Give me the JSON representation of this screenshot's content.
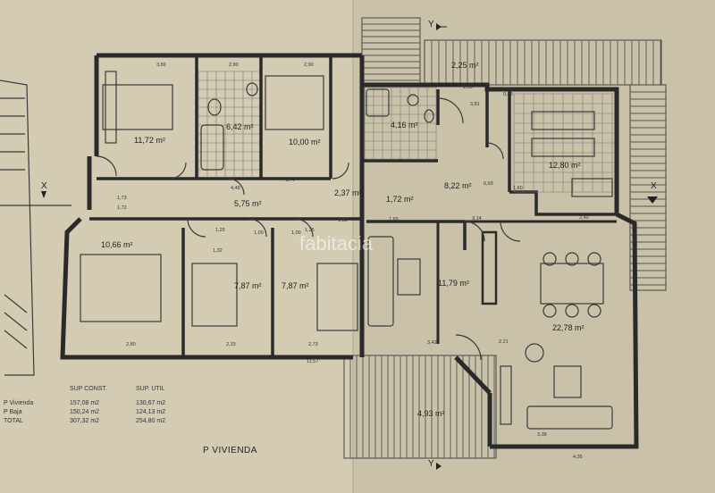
{
  "rooms": [
    {
      "id": "bed1",
      "label": "11,72 m²"
    },
    {
      "id": "bath1",
      "label": "6,42 m²"
    },
    {
      "id": "bed2",
      "label": "10,00 m²"
    },
    {
      "id": "bath2",
      "label": "4,16 m²"
    },
    {
      "id": "hall1",
      "label": "5,75 m²"
    },
    {
      "id": "hall2",
      "label": "2,37 m²"
    },
    {
      "id": "stair",
      "label": "1,72 m²"
    },
    {
      "id": "hall3",
      "label": "8,22 m²"
    },
    {
      "id": "kitchen",
      "label": "12,80 m²"
    },
    {
      "id": "terrace_top",
      "label": "2,25 m²"
    },
    {
      "id": "bed3",
      "label": "10,66 m²"
    },
    {
      "id": "bed4",
      "label": "7,87 m²"
    },
    {
      "id": "bed5",
      "label": "7,87 m²"
    },
    {
      "id": "living1",
      "label": "11,79 m²"
    },
    {
      "id": "living2",
      "label": "22,78 m²"
    },
    {
      "id": "porch",
      "label": "4,93 m²"
    }
  ],
  "dimensions": [
    "3,80",
    "2,90",
    "2,80",
    "1,55",
    "3,81",
    "1,85",
    "1,60",
    "0,43",
    "2,40",
    "1,25",
    "1,32",
    "1,00",
    "1,00",
    "1,25",
    "1,30",
    "1,72",
    "1,73",
    "2,80",
    "2,33",
    "2,73",
    "3,42",
    "11,57",
    "4,35",
    "3,38",
    "0,93",
    "1,74",
    "4,48",
    "1,65",
    "3,14",
    "2,21"
  ],
  "section_marks": {
    "y_top": "Y",
    "y_bottom": "Y",
    "x_left": "X",
    "x_right": "X"
  },
  "table": {
    "col1_header": "SUP CONST.",
    "col2_header": "SUP. UTIL",
    "rows": [
      {
        "label": "P Vivienda",
        "const": "157,08 m2",
        "util": "130,67 m2"
      },
      {
        "label": "P Baja",
        "const": "150,24 m2",
        "util": "124,13 m2"
      },
      {
        "label": "TOTAL",
        "const": "307,32 m2",
        "util": "254,80 m2"
      }
    ]
  },
  "title": "P  VIVIENDA",
  "watermark": "fabitacia"
}
